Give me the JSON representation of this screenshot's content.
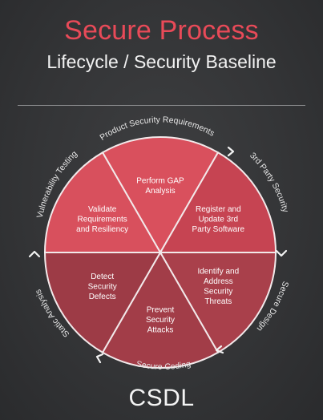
{
  "header": {
    "title": "Secure Process",
    "subtitle": "Lifecycle / Security Baseline"
  },
  "footer": {
    "label": "CSDL"
  },
  "ring_labels": {
    "top": "Product Security Requirements",
    "right_upper": "3rd Party Security",
    "right_lower": "Secure Design",
    "bottom": "Secure Coding",
    "left_lower": "Static Analysis",
    "left_upper": "Vulnerability Testing"
  },
  "segments": [
    {
      "lines": [
        "Perform GAP",
        "Analysis"
      ],
      "color": "#d9505d"
    },
    {
      "lines": [
        "Register and",
        "Update 3rd",
        "Party Software"
      ],
      "color": "#c64452"
    },
    {
      "lines": [
        "Identify and",
        "Address",
        "Security",
        "Threats"
      ],
      "color": "#a9404b"
    },
    {
      "lines": [
        "Prevent",
        "Security",
        "Attacks"
      ],
      "color": "#a23d48"
    },
    {
      "lines": [
        "Detect",
        "Security",
        "Defects"
      ],
      "color": "#9d3b46"
    },
    {
      "lines": [
        "Validate",
        "Requirements",
        "and Resiliency"
      ],
      "color": "#d8505d"
    }
  ],
  "colors": {
    "title": "#e84a58",
    "background": "#343537",
    "segment_border": "#f2e9ea",
    "ring_text": "#e6e6e6"
  },
  "icons": {
    "arrow": "chevron-icon"
  }
}
